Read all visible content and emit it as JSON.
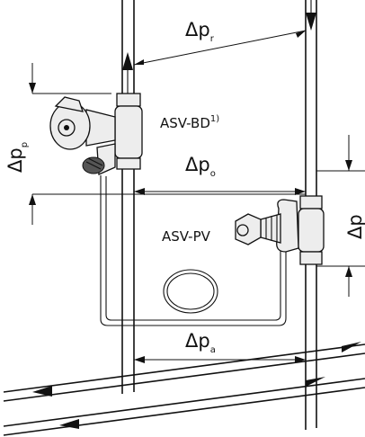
{
  "labels": {
    "dp_r": {
      "delta": "Δp",
      "sub": "r"
    },
    "dp_p": {
      "delta": "Δp",
      "sub": "p"
    },
    "dp_o": {
      "delta": "Δp",
      "sub": "o"
    },
    "dp_a": {
      "delta": "Δp",
      "sub": "a"
    },
    "dp_right": {
      "delta": "Δp"
    },
    "asv_bd": {
      "text": "ASV-BD",
      "sup": "1)"
    },
    "asv_pv": {
      "text": "ASV-PV"
    }
  },
  "colors": {
    "line": "#111111",
    "valve_fill": "#ededed",
    "background": "#ffffff"
  }
}
